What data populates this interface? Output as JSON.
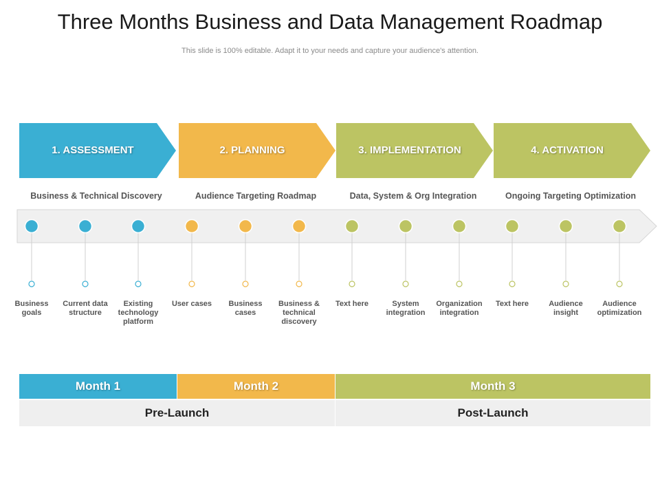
{
  "title": "Three Months Business and Data Management Roadmap",
  "subtitle": "This slide is 100% editable. Adapt it to your needs and capture your audience's attention.",
  "colors": {
    "blue": "#3aafd3",
    "orange": "#f2b84b",
    "green": "#bcc463",
    "track": "#f0f0f0"
  },
  "stages": [
    {
      "label": "1. ASSESSMENT",
      "sub": "Business  & Technical Discovery",
      "color": "blue"
    },
    {
      "label": "2. PLANNING",
      "sub": "Audience Targeting Roadmap",
      "color": "orange"
    },
    {
      "label": "3. IMPLEMENTATION",
      "sub": "Data, System & Org Integration",
      "color": "green"
    },
    {
      "label": "4. ACTIVATION",
      "sub": "Ongoing Targeting Optimization",
      "color": "green"
    }
  ],
  "milestones": [
    {
      "label": "Business goals",
      "color": "blue"
    },
    {
      "label": "Current data structure",
      "color": "blue"
    },
    {
      "label": "Existing technology platform",
      "color": "blue"
    },
    {
      "label": "User cases",
      "color": "orange"
    },
    {
      "label": "Business cases",
      "color": "orange"
    },
    {
      "label": "Business & technical discovery",
      "color": "orange"
    },
    {
      "label": "Text here",
      "color": "green"
    },
    {
      "label": "System integration",
      "color": "green"
    },
    {
      "label": "Organization integration",
      "color": "green"
    },
    {
      "label": "Text here",
      "color": "green"
    },
    {
      "label": "Audience insight",
      "color": "green"
    },
    {
      "label": "Audience optimization",
      "color": "green"
    }
  ],
  "table": {
    "months": [
      {
        "label": "Month 1",
        "color": "blue"
      },
      {
        "label": "Month 2",
        "color": "orange"
      },
      {
        "label": "Month 3",
        "color": "green"
      }
    ],
    "phases": [
      "Pre-Launch",
      "Post-Launch"
    ]
  }
}
